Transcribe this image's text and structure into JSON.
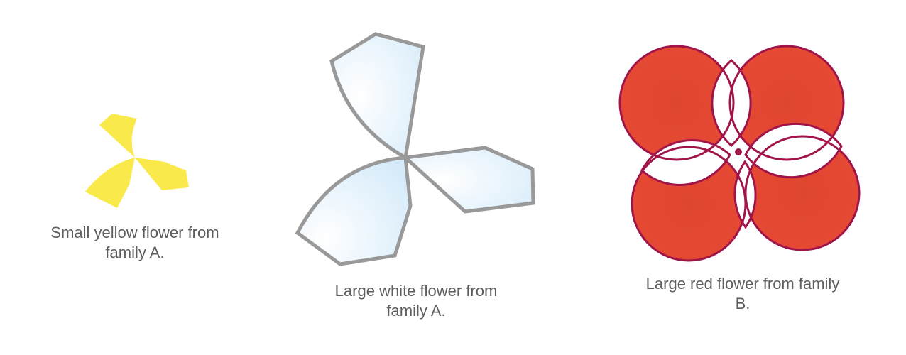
{
  "flowers": [
    {
      "id": "yellow",
      "caption_lines": [
        "Small yellow flower from",
        "family A."
      ],
      "petal_color": "#FAE94A"
    },
    {
      "id": "white",
      "caption_lines": [
        "Large white flower from",
        "family A."
      ],
      "petal_color_light": "#FFFFFF",
      "petal_color_tint": "#D6EBFA",
      "outline_color": "#999999"
    },
    {
      "id": "red",
      "caption_lines": [
        "Large red flower from family",
        "B."
      ],
      "petal_color": "#E64A35",
      "outline_color": "#A0144A"
    }
  ]
}
